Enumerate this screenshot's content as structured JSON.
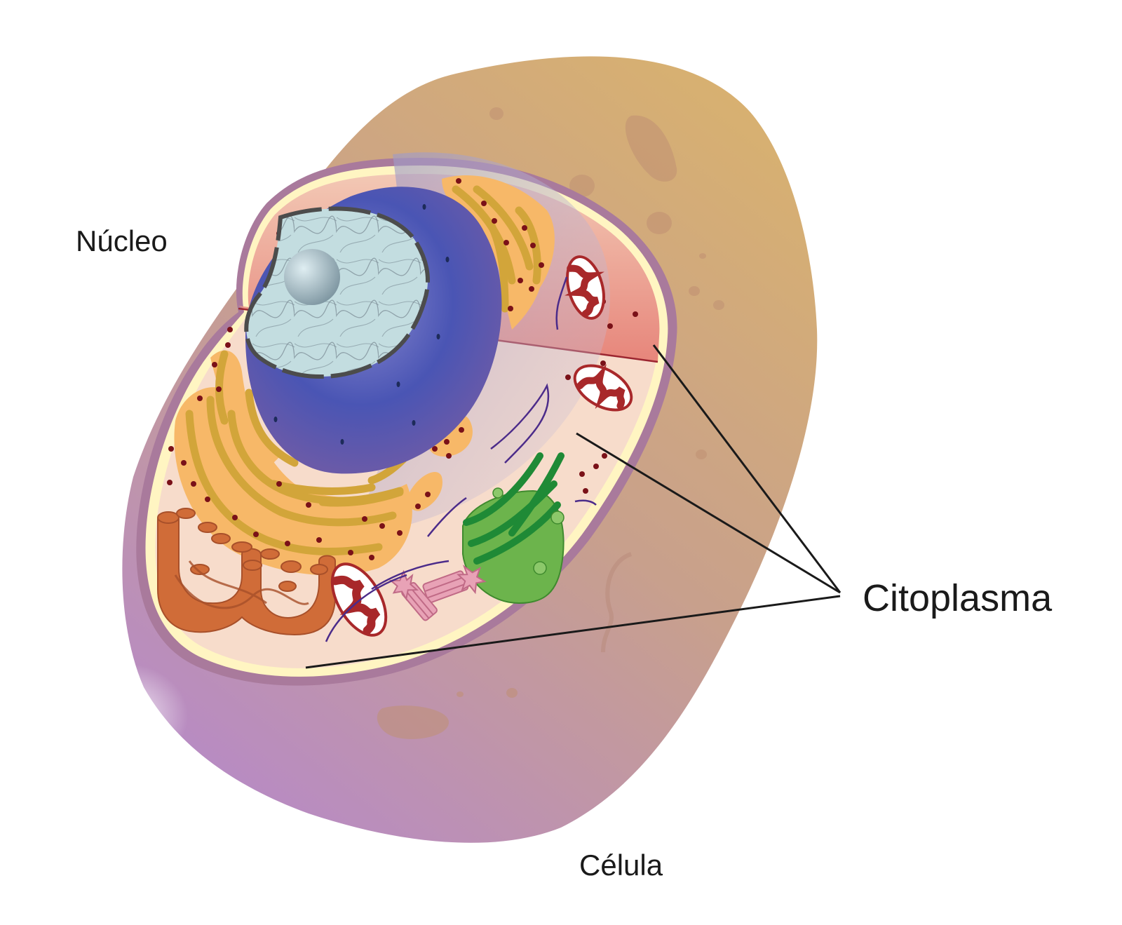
{
  "labels": {
    "nucleus": "Núcleo",
    "cytoplasm": "Citoplasma",
    "cell": "Célula"
  },
  "colors": {
    "cell_outer_top": "#d8b070",
    "cell_outer_bottom": "#b98ac4",
    "cytoplasm": "#f6dccc",
    "cut_face": "#e48a7a",
    "membrane_outer": "#a8789a",
    "membrane_inner": "#fff6c0",
    "nucleus_envelope": "#4a55b0",
    "nucleoplasm": "#c4dce0",
    "nucleolus": "#9fb4bc",
    "rough_er": "#f8b864",
    "golgi": "#d4a83a",
    "smooth_er": "#d06e3a",
    "mitochondrion": "#a8282a",
    "chloroplast": "#64b048",
    "centriole": "#e4a0b4",
    "ribosome": "#7a1016",
    "leader_line": "#1a1a1a"
  }
}
